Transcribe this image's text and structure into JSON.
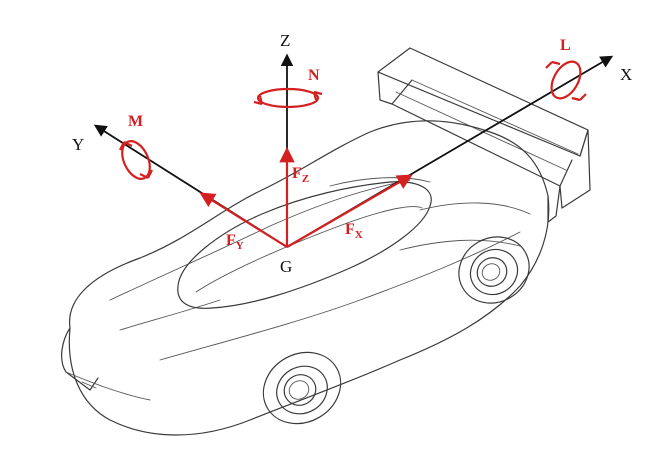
{
  "axes": {
    "x": "X",
    "y": "Y",
    "z": "Z",
    "origin": "G"
  },
  "moments": {
    "roll": "L",
    "pitch": "M",
    "yaw": "N"
  },
  "forces": {
    "fx_base": "F",
    "fx_sub": "X",
    "fy_base": "F",
    "fy_sub": "Y",
    "fz_base": "F",
    "fz_sub": "Z"
  },
  "colors": {
    "force": "#d42020",
    "axis": "#111111",
    "outline": "#3a3a3a"
  }
}
